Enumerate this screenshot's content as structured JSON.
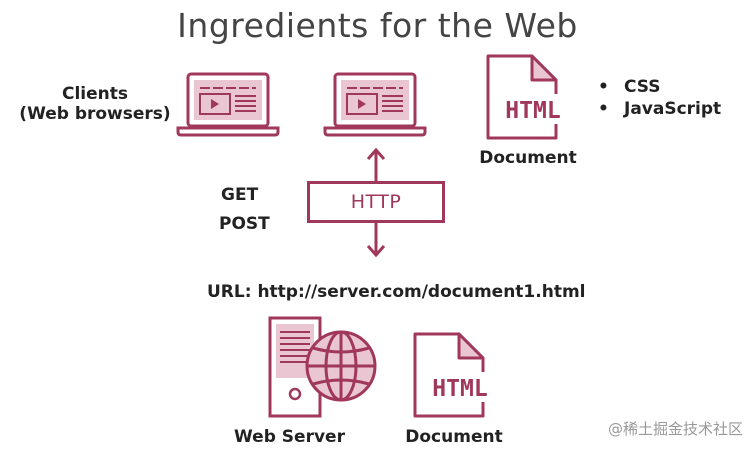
{
  "title": "Ingredients for the Web",
  "clients_label_line1": "Clients",
  "clients_label_line2": "(Web browsers)",
  "top_doc_icon_text": "HTML",
  "top_doc_label": "Document",
  "bullets": [
    "CSS",
    "JavaScript"
  ],
  "get_label": "GET",
  "post_label": "POST",
  "http_label": "HTTP",
  "url_label": "URL: http://server.com/document1.html",
  "server_label": "Web Server",
  "bottom_doc_icon_text": "HTML",
  "bottom_doc_label": "Document",
  "watermark": "@稀土掘金技术社区",
  "colors": {
    "accent": "#a0385c",
    "accent_light": "#e9c6d2",
    "text": "#222222",
    "title": "#444444"
  },
  "icons": [
    "laptop-icon",
    "document-icon",
    "arrow-up-icon",
    "arrow-down-icon",
    "server-icon",
    "globe-icon"
  ]
}
